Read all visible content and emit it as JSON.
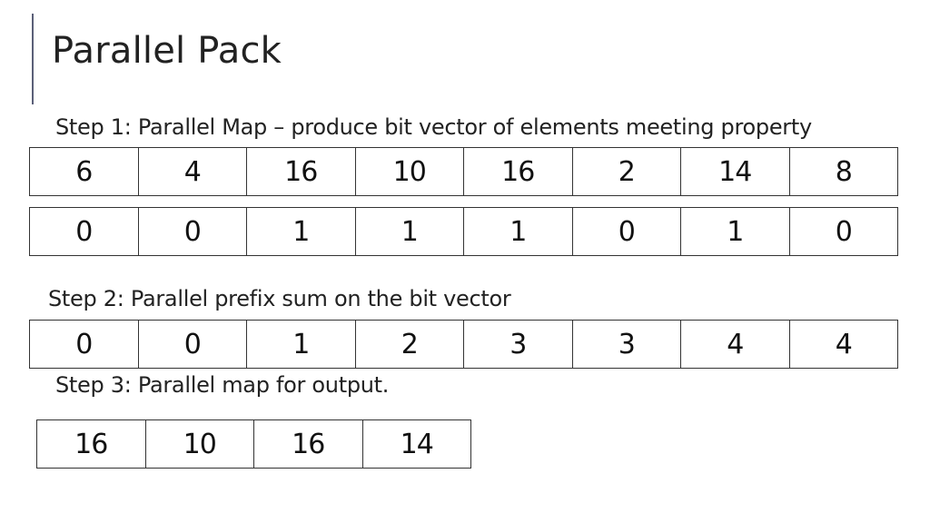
{
  "slide": {
    "title": "Parallel Pack"
  },
  "steps": {
    "step1_label": "Step 1: Parallel Map – produce bit vector of elements meeting property",
    "step2_label": "Step 2: Parallel prefix sum on the bit vector",
    "step3_label": "Step 3: Parallel map for output."
  },
  "arrays": {
    "input": [
      "6",
      "4",
      "16",
      "10",
      "16",
      "2",
      "14",
      "8"
    ],
    "bit_vector": [
      "0",
      "0",
      "1",
      "1",
      "1",
      "0",
      "1",
      "0"
    ],
    "prefix_sum": [
      "0",
      "0",
      "1",
      "2",
      "3",
      "3",
      "4",
      "4"
    ],
    "output": [
      "16",
      "10",
      "16",
      "14"
    ]
  },
  "colors": {
    "accent_bar": "#5a5f78",
    "cell_border": "#333333",
    "text": "#111111"
  }
}
